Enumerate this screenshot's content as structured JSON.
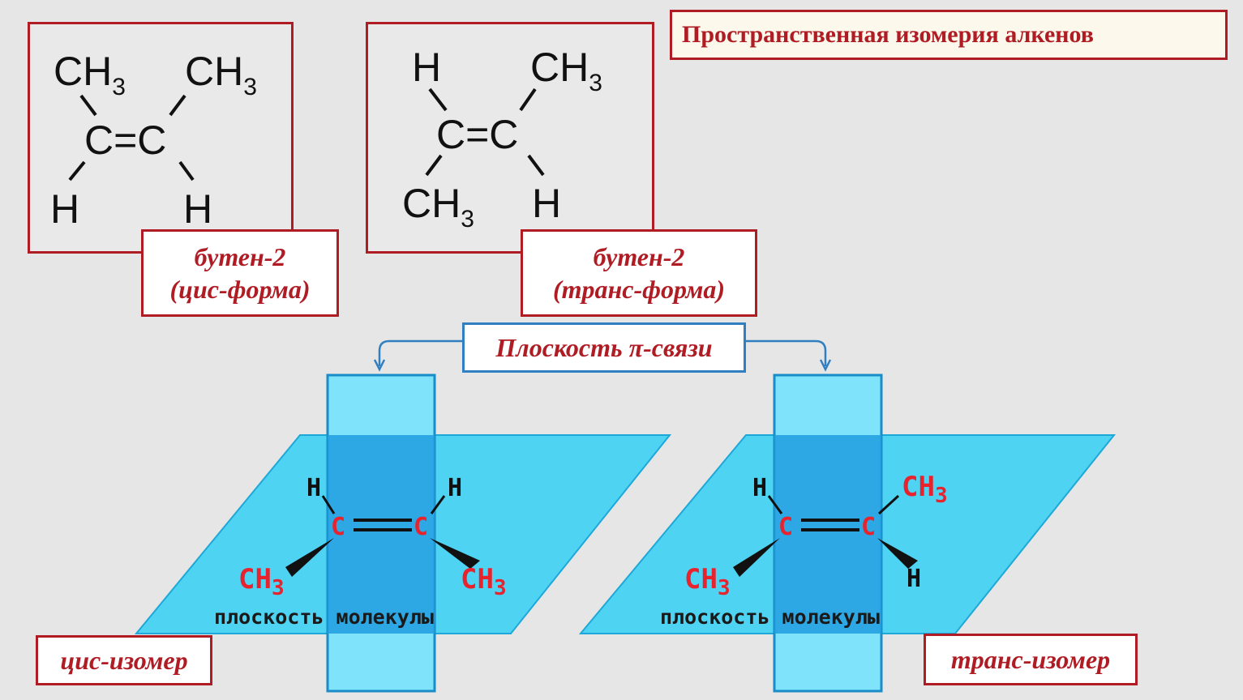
{
  "title": "Пространственная изомерия алкенов",
  "cis_formula": {
    "top_left": "CH",
    "top_left_sub": "3",
    "top_right": "CH",
    "top_right_sub": "3",
    "center": "C=C",
    "bottom_left": "H",
    "bottom_right": "H",
    "caption_line1": "бутен-2",
    "caption_line2": "(цис-форма)"
  },
  "trans_formula": {
    "top_left": "H",
    "top_right": "CH",
    "top_right_sub": "3",
    "center": "C=C",
    "bottom_left": "CH",
    "bottom_left_sub": "3",
    "bottom_right": "H",
    "caption_line1": "бутен-2",
    "caption_line2": "(транс-форма)"
  },
  "pi_plane_label": "Плоскость π-связи",
  "cis_model": {
    "top_left": "H",
    "top_right": "H",
    "carbon_left": "C",
    "carbon_right": "C",
    "bottom_left": "CH",
    "bottom_left_sub": "3",
    "bottom_right": "CH",
    "bottom_right_sub": "3",
    "plane_caption": "плоскость молекулы",
    "isomer_label": "цис-изомер"
  },
  "trans_model": {
    "top_left": "H",
    "top_right": "CH",
    "top_right_sub": "3",
    "carbon_left": "C",
    "carbon_right": "C",
    "bottom_left": "CH",
    "bottom_left_sub": "3",
    "bottom_right": "H",
    "plane_caption": "плоскость молекулы",
    "isomer_label": "транс-изомер"
  },
  "colors": {
    "accent_red": "#b01c24",
    "atom_red": "#e8232d",
    "plane_cyan": "#4fd3f3",
    "pi_plane_blue": "#1e9ee0",
    "label_blue_border": "#2f7fc1"
  }
}
